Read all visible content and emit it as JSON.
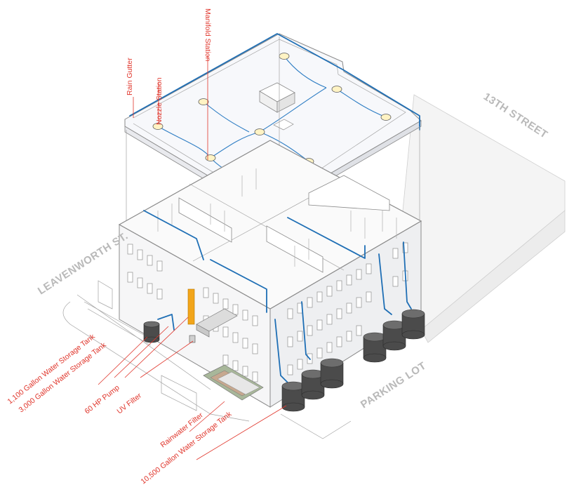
{
  "diagram": {
    "callouts": {
      "rain_gutter": "Rain Gutter",
      "nozzle_station": "Nozzle Station",
      "manifold_station": "Manifold Station",
      "tank_1100": "1,100 Gallon Water Storage Tank",
      "tank_3000": "3,000 Gallon Water Storage Tank",
      "pump": "60 HP Pump",
      "uv_filter": "UV Filter",
      "rainwater_filter": "Rainwater Filter",
      "tank_10500": "10,500 Gallon Water Storage Tank"
    },
    "streets": {
      "thirteenth": "13TH STREET",
      "leavenworth": "LEAVENWORTH ST.",
      "parking_lot": "PARKING LOT"
    },
    "colors": {
      "pipe": "#1f6fb5",
      "callout": "#e0352b",
      "pump": "#f2a51a",
      "tank": "#4b4b4b",
      "street_label": "#b9b9b9"
    },
    "icons": {
      "tank": "storage-tank-icon",
      "nozzle": "nozzle-station-icon",
      "pump": "pump-icon"
    }
  }
}
